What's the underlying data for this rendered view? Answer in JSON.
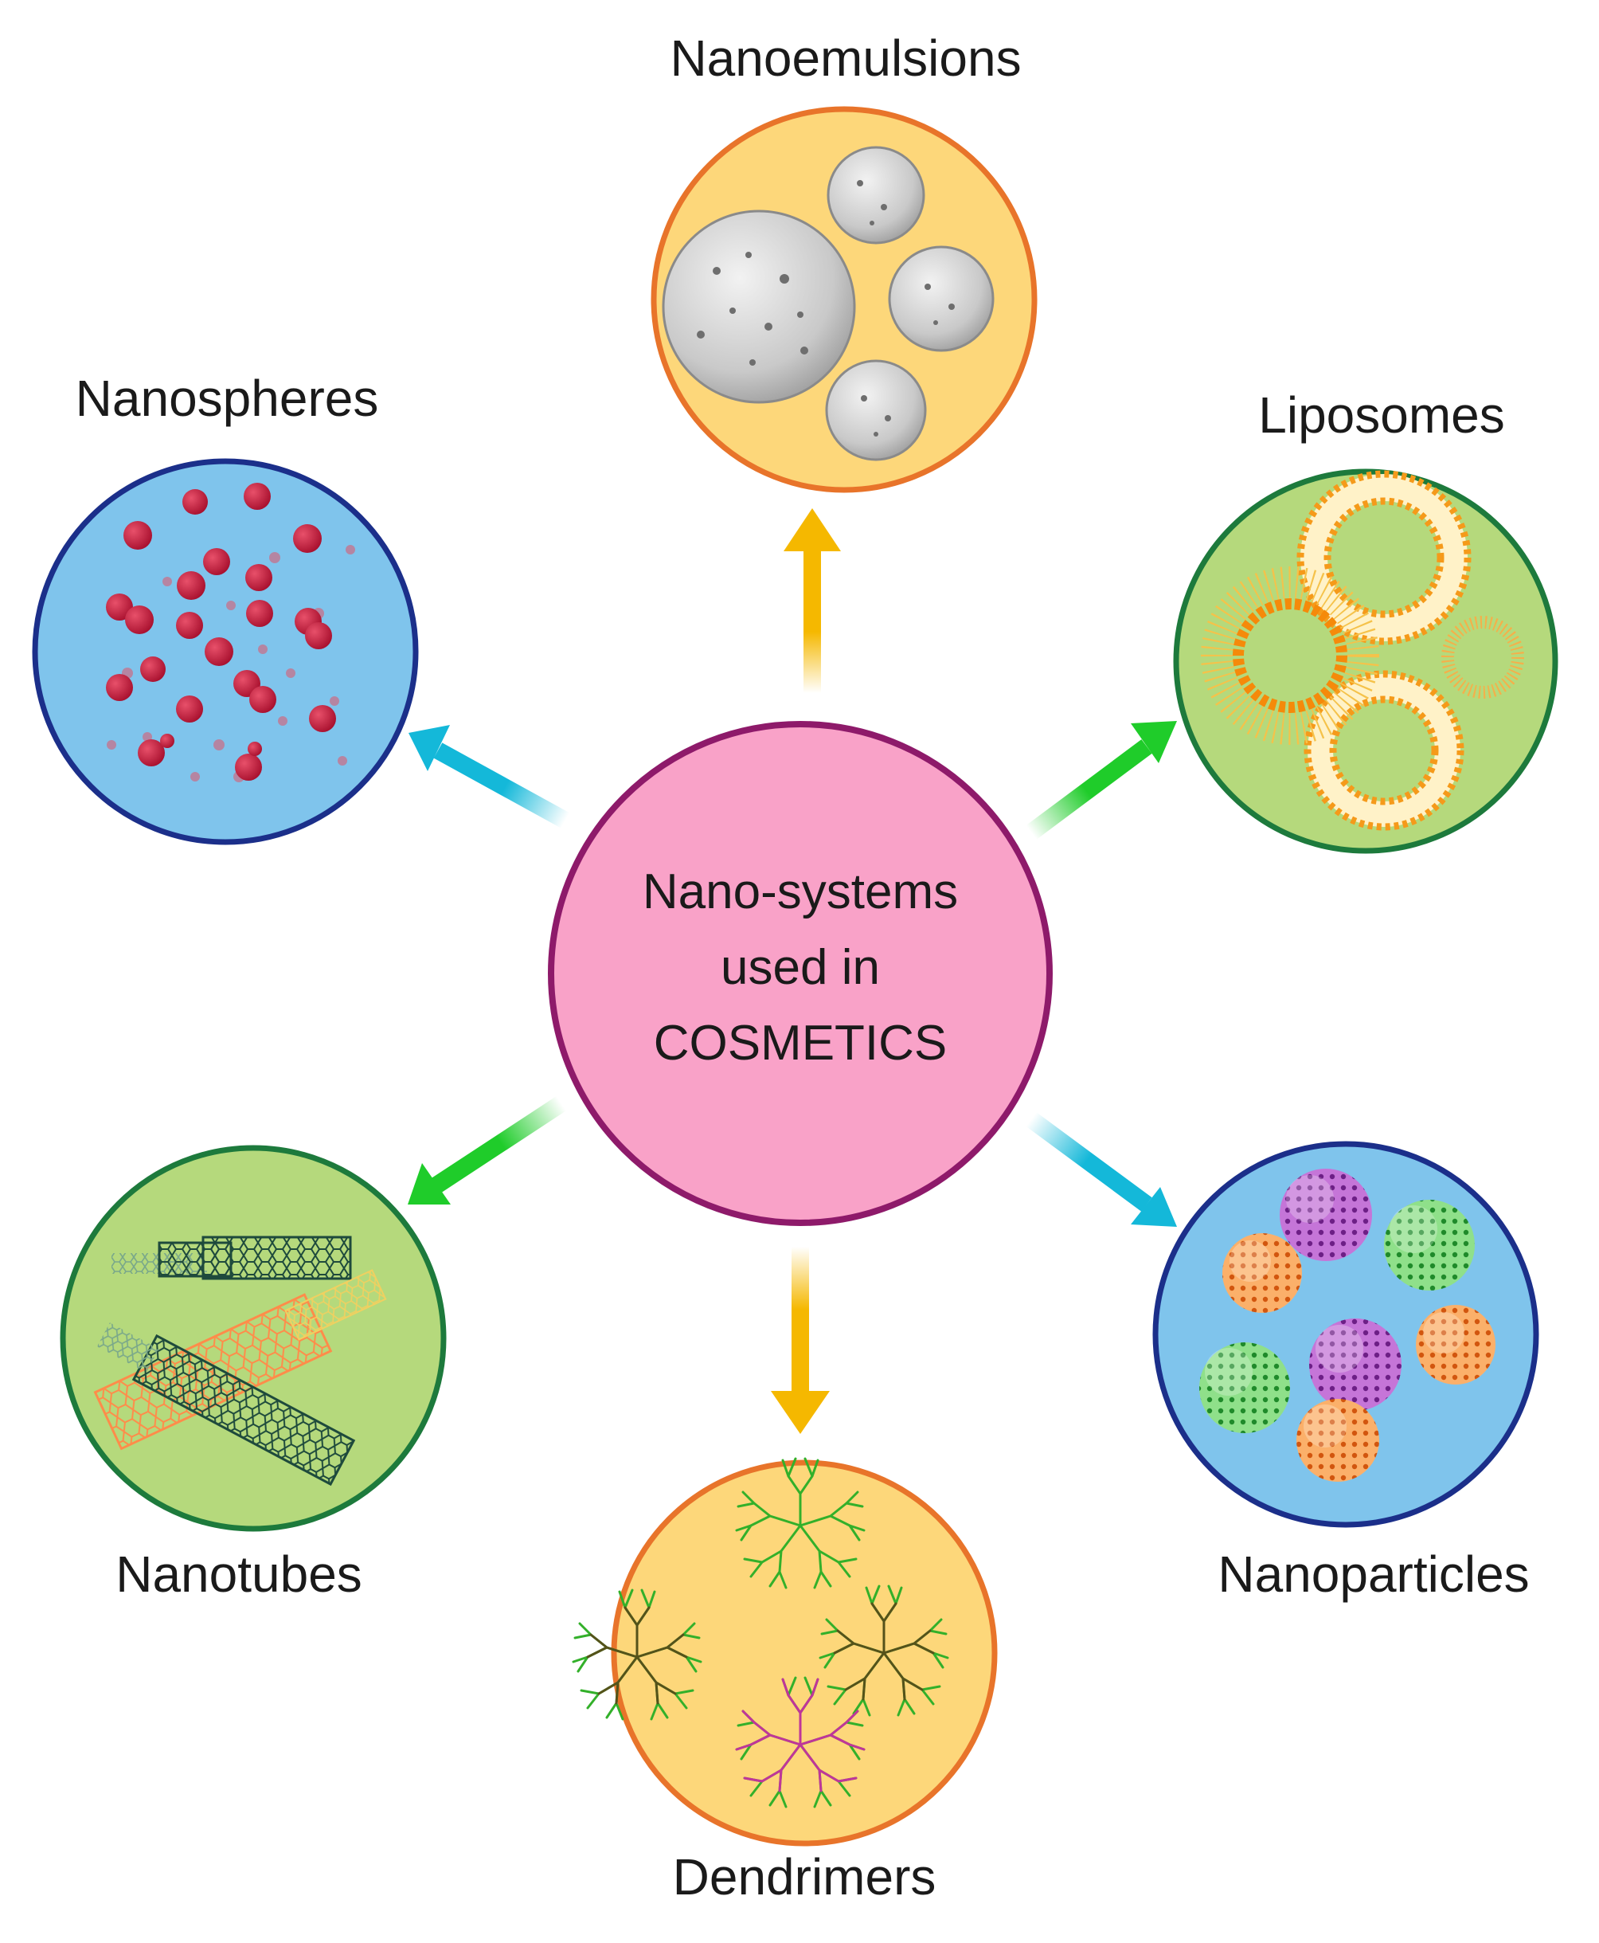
{
  "center": {
    "lines": [
      "Nano-systems",
      "used in",
      "COSMETICS"
    ],
    "fill": "#f9a2c8",
    "stroke": "#8e1a6a"
  },
  "nodes": [
    {
      "id": "nanoemulsions",
      "label": "Nanoemulsions",
      "fill": "#fdd77a",
      "stroke": "#e8742a",
      "arrow": "#f5b800",
      "icon": "emulsion-droplets-icon"
    },
    {
      "id": "liposomes",
      "label": "Liposomes",
      "fill": "#b5d97c",
      "stroke": "#1d7a3c",
      "arrow": "#1fcc2a",
      "icon": "liposome-bilayer-icon"
    },
    {
      "id": "nanoparticles",
      "label": "Nanoparticles",
      "fill": "#7fc4ec",
      "stroke": "#1b2f8a",
      "arrow": "#14b8d9",
      "icon": "dotted-spheres-icon"
    },
    {
      "id": "dendrimers",
      "label": "Dendrimers",
      "fill": "#fdd77a",
      "stroke": "#e8742a",
      "arrow": "#f5b800",
      "icon": "branched-dendrimer-icon"
    },
    {
      "id": "nanotubes",
      "label": "Nanotubes",
      "fill": "#b5d97c",
      "stroke": "#1d7a3c",
      "arrow": "#1fcc2a",
      "icon": "carbon-nanotube-icon"
    },
    {
      "id": "nanospheres",
      "label": "Nanospheres",
      "fill": "#7fc4ec",
      "stroke": "#1b2f8a",
      "arrow": "#14b8d9",
      "icon": "red-spheres-icon"
    }
  ]
}
